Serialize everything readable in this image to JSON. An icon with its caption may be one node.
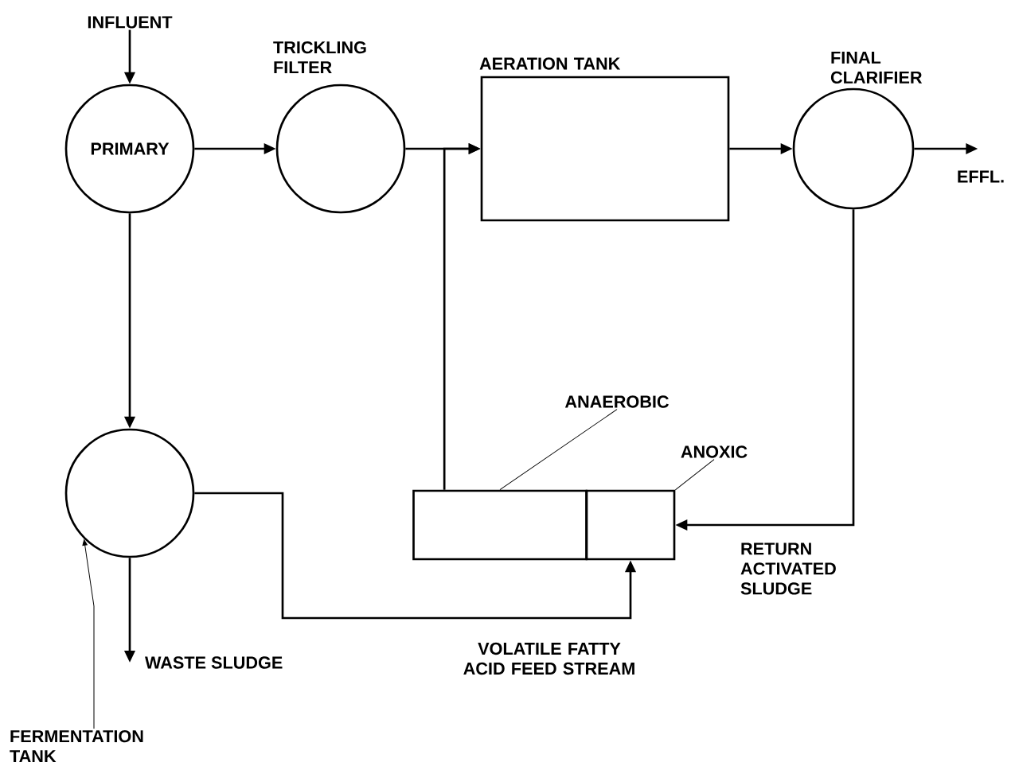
{
  "diagram": {
    "nodes": [
      {
        "text": [
          "INFLUENT"
        ]
      },
      {
        "text": [
          "PRIMARY"
        ]
      },
      {
        "text": [
          "TRICKLING FILTER"
        ]
      },
      {
        "text": [
          "AERATION TANK"
        ]
      },
      {
        "text": [
          "FINAL CLARIFIER"
        ]
      },
      {
        "text": [],
        "shape": "circle"
      },
      {
        "text": [
          "FERMENTATION TANK"
        ]
      },
      {
        "text": [],
        "shape": "box"
      },
      {
        "text": [],
        "shape": "box"
      },
      {
        "text": [
          "ANAEROBIC"
        ]
      },
      {
        "text": [
          "ANOXIC"
        ]
      },
      {
        "text": [
          "WASTE SLUDGE"
        ]
      }
    ],
    "edges": [
      {
        "from": 0,
        "to": 1,
        "arrow": "to"
      },
      {
        "from": 1,
        "to": 2,
        "arrow": "to"
      },
      {
        "from": 2,
        "to": 3,
        "arrow": "to"
      },
      {
        "from": 7,
        "to": 3,
        "arrow": "to"
      },
      {
        "from": 3,
        "to": 4,
        "arrow": "to"
      },
      {
        "from": 4,
        "to": null,
        "arrow": "to"
      },
      {
        "from": 1,
        "to": 5,
        "arrow": "to"
      },
      {
        "from": 5,
        "to": 11,
        "arrow": "to"
      },
      {
        "from": 5,
        "to": 8,
        "arrow": "to",
        "label": "VOLATILE FATTY ACID FEED STREAM"
      },
      {
        "from": 4,
        "to": 8,
        "arrow": "to",
        "label": "RETURN ACTIVATED SLUDGE"
      },
      {
        "from": 6,
        "to": 5,
        "arrow": "to"
      },
      {
        "from": 9,
        "to": 7,
        "arrow": "none"
      },
      {
        "from": 10,
        "to": 8,
        "arrow": "none"
      }
    ],
    "labels": [
      "EFFL."
    ]
  }
}
